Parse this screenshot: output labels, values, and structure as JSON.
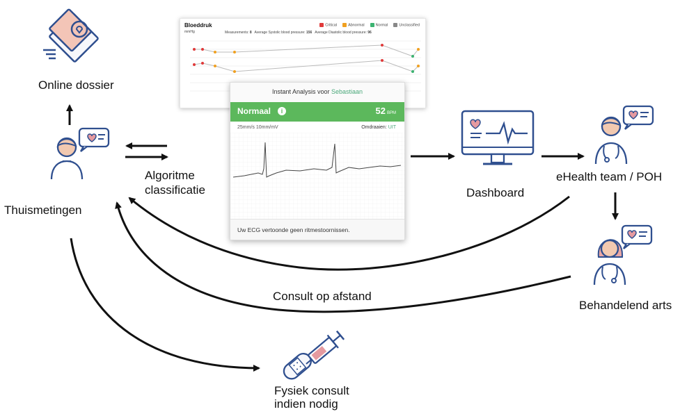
{
  "nodes": {
    "online_dossier": "Online dossier",
    "thuismetingen": "Thuismetingen",
    "algoritme": "Algoritme",
    "classificatie": "classificatie",
    "dashboard": "Dashboard",
    "ehealth_team": "eHealth team / POH",
    "behandelend_arts": "Behandelend arts",
    "consult_op_afstand": "Consult op afstand",
    "fysiek_consult": "Fysiek consult",
    "indien_nodig": "indien nodig"
  },
  "bp_chart": {
    "title": "Bloeddruk",
    "unit": "mmHg",
    "legend": [
      {
        "label": "Critical",
        "color": "#e03a3a"
      },
      {
        "label": "Abnormal",
        "color": "#f0a020"
      },
      {
        "label": "Normal",
        "color": "#3cb371"
      },
      {
        "label": "Unclassified",
        "color": "#888888"
      }
    ],
    "stats": {
      "measurements_label": "Measurements:",
      "measurements_value": "8",
      "systolic_label": "Average Systolic blood pressure:",
      "systolic_value": "156",
      "diastolic_label": "Average Diastolic blood pressure:",
      "diastolic_value": "96"
    }
  },
  "ecg": {
    "header_prefix": "Instant Analysis voor",
    "patient_name": "Sebastiaan",
    "status": "Normaal",
    "bpm_value": "52",
    "bpm_unit": "BPM",
    "settings": "25mm/s  10mm/mV",
    "flip_label": "Omdraaien:",
    "flip_value": "UIT",
    "footer": "Uw ECG vertoonde geen ritmestoornissen."
  },
  "icons": [
    "document-heart-icon",
    "patient-chat-icon",
    "monitor-ecg-icon",
    "doctor-male-chat-icon",
    "doctor-female-chat-icon",
    "syringe-bandage-icon"
  ],
  "colors": {
    "icon_blue": "#2f4f8f",
    "icon_pink": "#e59aa0",
    "icon_peach": "#f2c9b0",
    "ecg_green": "#5cb85c"
  }
}
